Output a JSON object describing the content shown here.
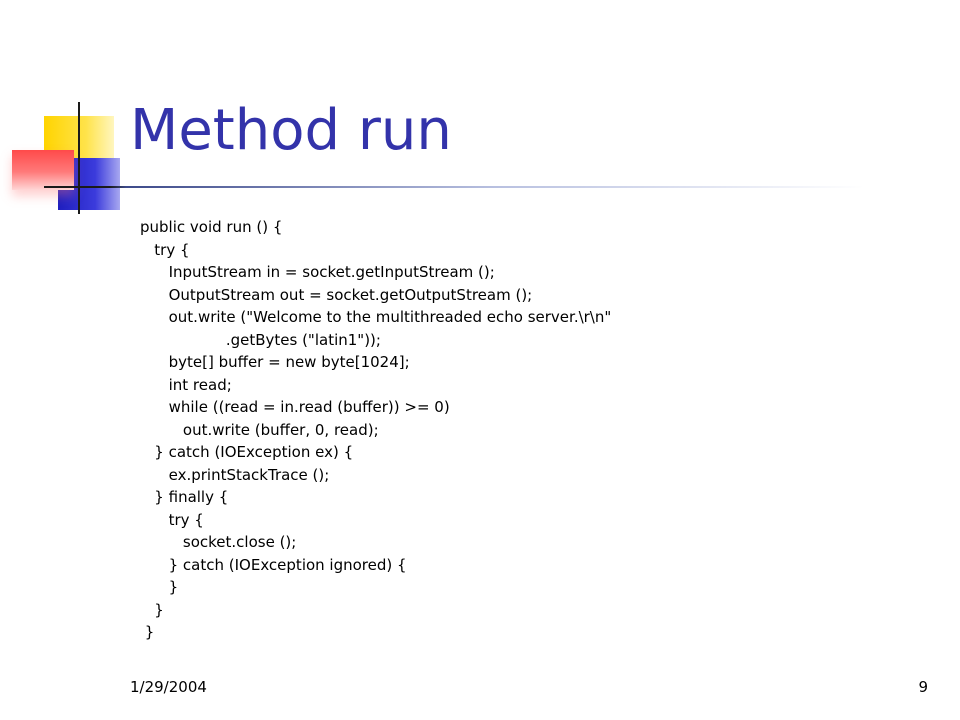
{
  "slide": {
    "title": "Method run",
    "code_lines": [
      "public void run () {",
      "   try {",
      "      InputStream in = socket.getInputStream ();",
      "      OutputStream out = socket.getOutputStream ();",
      "      out.write (\"Welcome to the multithreaded echo server.\\r\\n\"",
      "                  .getBytes (\"latin1\"));",
      "      byte[] buffer = new byte[1024];",
      "      int read;",
      "      while ((read = in.read (buffer)) >= 0)",
      "         out.write (buffer, 0, read);",
      "   } catch (IOException ex) {",
      "      ex.printStackTrace ();",
      "   } finally {",
      "      try {",
      "         socket.close ();",
      "      } catch (IOException ignored) {",
      "      }",
      "   }",
      " }"
    ],
    "footer_date": "1/29/2004",
    "page_number": "9"
  }
}
